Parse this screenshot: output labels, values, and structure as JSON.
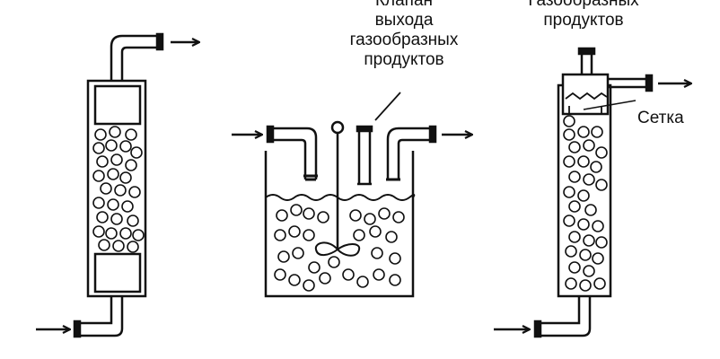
{
  "labels": {
    "valve": [
      "Клапан",
      "выхода",
      "газообразных",
      "продуктов"
    ],
    "gas_products": [
      "Газообразных",
      "продуктов"
    ],
    "mesh": "Сетка"
  }
}
